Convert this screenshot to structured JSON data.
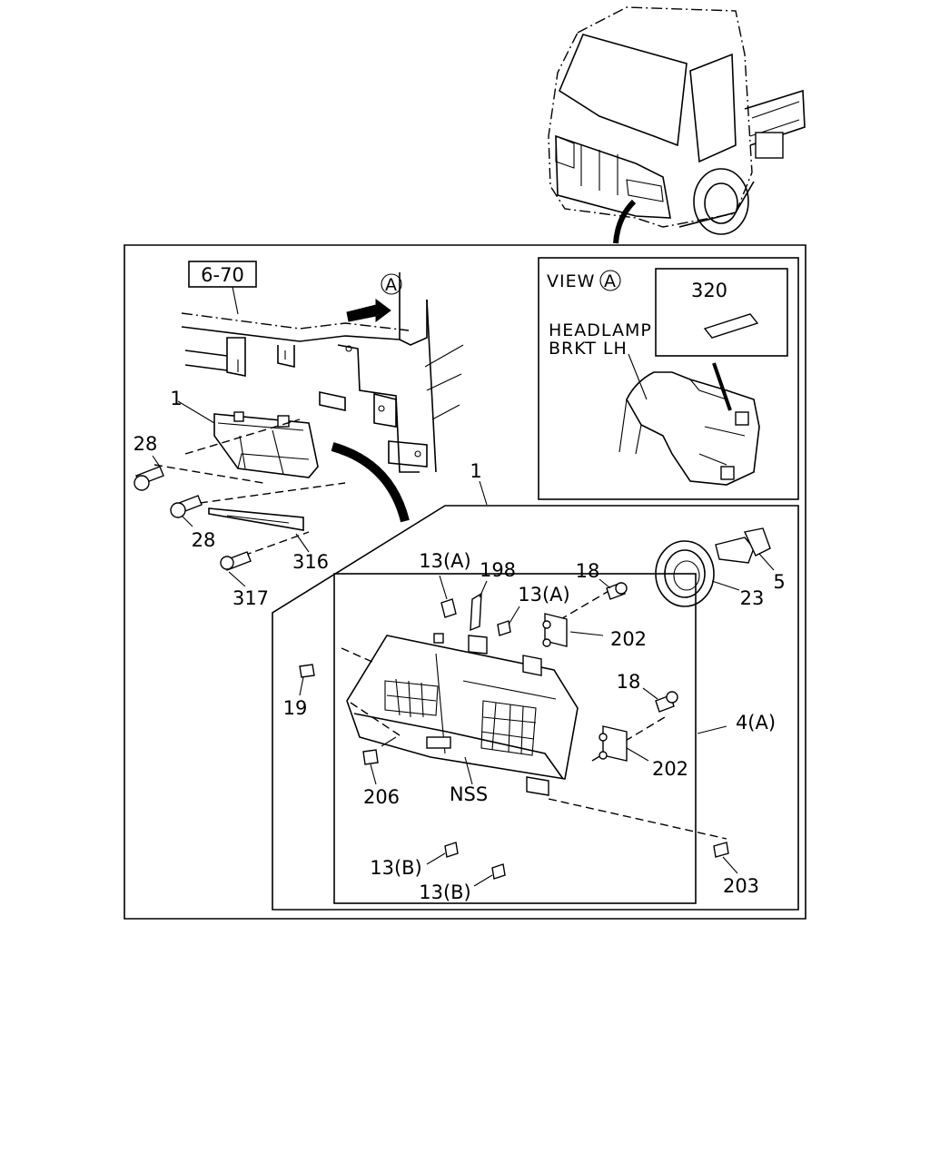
{
  "callouts": {
    "ref_box": "6-70",
    "view_marker": "A",
    "view_title": "VIEW",
    "view_circle": "A",
    "p320": "320",
    "headlamp_brkt_line1": "HEADLAMP",
    "headlamp_brkt_line2": "BRKT LH",
    "p1_upper": "1",
    "p28_a": "28",
    "p28_b": "28",
    "p316": "316",
    "p317": "317",
    "p1_lower": "1",
    "p13a_1": "13(A)",
    "p198": "198",
    "p13a_2": "13(A)",
    "p18_a": "18",
    "p202_a": "202",
    "p5": "5",
    "p23": "23",
    "p19": "19",
    "p18_b": "18",
    "p4a": "4(A)",
    "p202_b": "202",
    "p206": "206",
    "nss": "NSS",
    "p13b_1": "13(B)",
    "p13b_2": "13(B)",
    "p203": "203"
  }
}
